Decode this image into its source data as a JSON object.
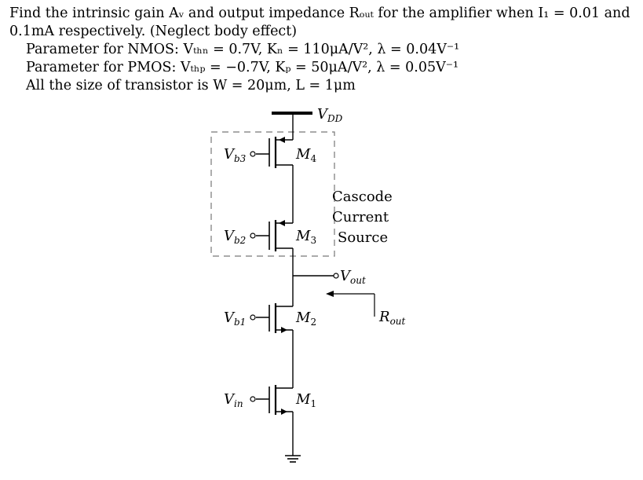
{
  "problem": {
    "line1": "Find the intrinsic gain Aᵥ and output impedance Rₒᵤₜ for the amplifier when I₁ = 0.01 and",
    "line2": "0.1mA respectively. (Neglect body effect)",
    "line3": "Parameter for NMOS: Vₜₕₙ = 0.7V, Kₙ = 110μA/V², λ = 0.04V⁻¹",
    "line4": "Parameter for PMOS: Vₜₕₚ = −0.7V, Kₚ = 50μA/V², λ = 0.05V⁻¹",
    "line5": "All the size of transistor is W = 20μm, L = 1μm"
  },
  "circuit": {
    "supply": {
      "main": "V",
      "sub": "DD"
    },
    "transistors": [
      {
        "name": "M",
        "num": "4",
        "gate_main": "V",
        "gate_sub": "b3",
        "type": "PMOS"
      },
      {
        "name": "M",
        "num": "3",
        "gate_main": "V",
        "gate_sub": "b2",
        "type": "PMOS"
      },
      {
        "name": "M",
        "num": "2",
        "gate_main": "V",
        "gate_sub": "b1",
        "type": "NMOS"
      },
      {
        "name": "M",
        "num": "1",
        "gate_main": "V",
        "gate_sub": "in",
        "type": "NMOS"
      }
    ],
    "box_label": [
      "Cascode",
      "Current",
      "Source"
    ],
    "output": {
      "main": "V",
      "sub": "out"
    },
    "rout": {
      "main": "R",
      "sub": "out"
    }
  }
}
